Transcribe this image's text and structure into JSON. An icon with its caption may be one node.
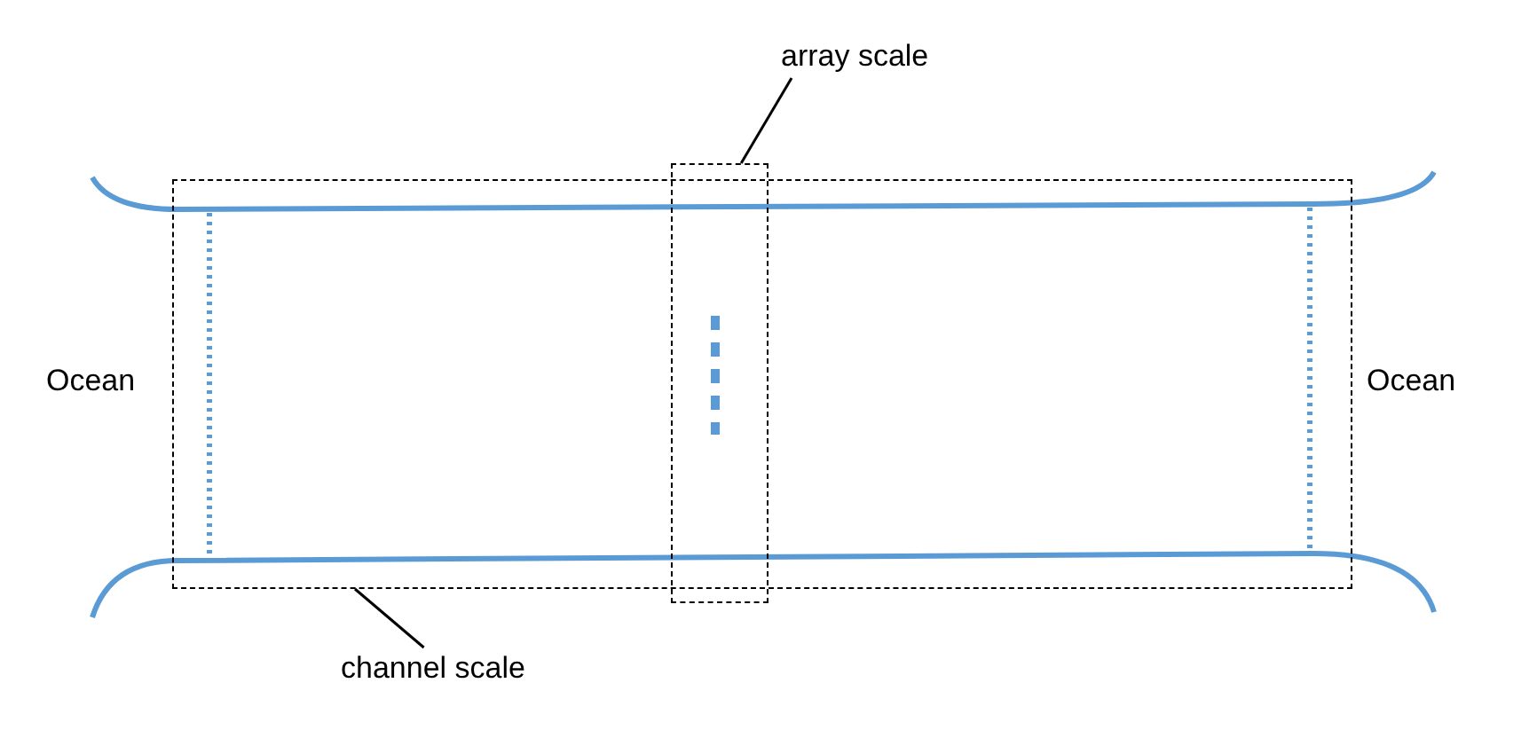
{
  "diagram": {
    "nodes": [
      {
        "text": [
          "array scale"
        ]
      },
      {
        "text": [],
        "shape": "box"
      },
      {
        "text": [],
        "shape": "box"
      },
      {
        "text": [
          "channel scale"
        ]
      }
    ],
    "edges": [
      {
        "from": 0,
        "to": 2,
        "arrow": "none"
      },
      {
        "from": 3,
        "to": 1,
        "arrow": "none"
      }
    ],
    "labels": [
      "Ocean",
      "Ocean"
    ]
  }
}
